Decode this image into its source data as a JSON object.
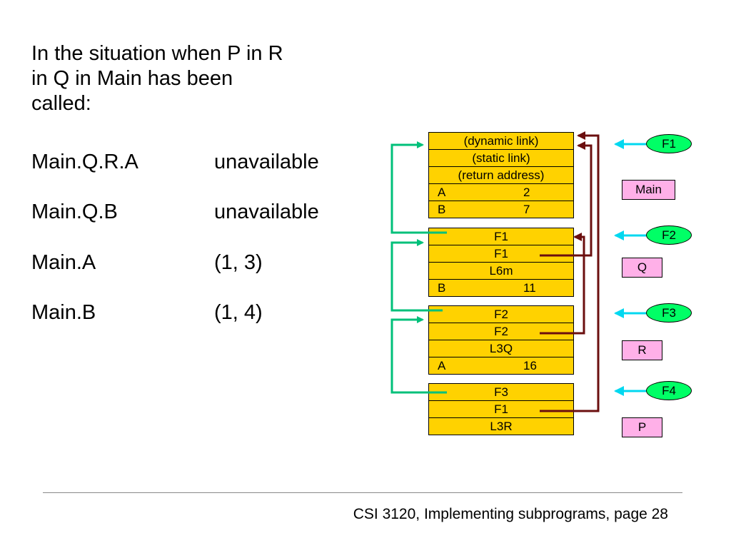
{
  "intro": {
    "line1": "In the situation when P in R",
    "line2": "in Q in Main has been",
    "line3": "called:"
  },
  "rules": [
    {
      "name": "Main.Q.R.A",
      "value": "unavailable"
    },
    {
      "name": "Main.Q.B",
      "value": "unavailable"
    },
    {
      "name": "Main.A",
      "value": "(1, 3)"
    },
    {
      "name": "Main.B",
      "value": "(1, 4)"
    }
  ],
  "frames": [
    {
      "tag": "Main",
      "pointer": "F1",
      "cells": [
        {
          "text": "(dynamic link)"
        },
        {
          "text": "(static link)"
        },
        {
          "text": "(return address)"
        },
        {
          "name": "A",
          "value": "2"
        },
        {
          "name": "B",
          "value": "7"
        }
      ]
    },
    {
      "tag": "Q",
      "pointer": "F2",
      "cells": [
        {
          "text": "F1"
        },
        {
          "text": "F1"
        },
        {
          "text": "L6m"
        },
        {
          "name": "B",
          "value": "11"
        }
      ]
    },
    {
      "tag": "R",
      "pointer": "F3",
      "cells": [
        {
          "text": "F2"
        },
        {
          "text": "F2"
        },
        {
          "text": "L3Q"
        },
        {
          "name": "A",
          "value": "16"
        }
      ]
    },
    {
      "tag": "P",
      "pointer": "F4",
      "cells": [
        {
          "text": "F3"
        },
        {
          "text": "F1"
        },
        {
          "text": "L3R"
        }
      ]
    }
  ],
  "colors": {
    "frame_cell": "#ffd200",
    "pointer_oval": "#00ff66",
    "tag_box": "#ffb0e8",
    "dynamic_link_arrow": "#00c07a",
    "static_link_arrow": "#6b0f0f",
    "frame_pointer_arrow": "#00d8f0"
  },
  "footer": "CSI 3120, Implementing subprograms, page 28"
}
